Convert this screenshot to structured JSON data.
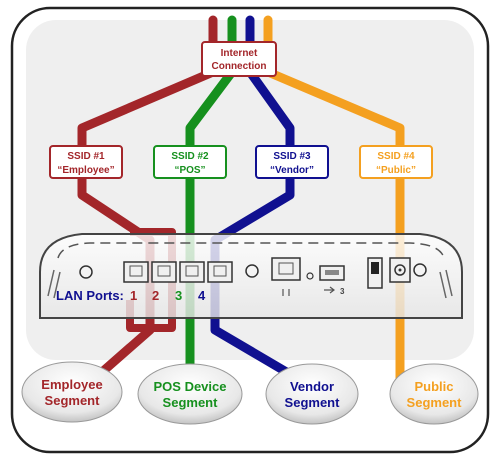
{
  "internet": {
    "line1": "Internet",
    "line2": "Connection"
  },
  "ssids": [
    {
      "line1": "SSID #1",
      "line2": "“Employee”",
      "color": "#a3262a"
    },
    {
      "line1": "SSID #2",
      "line2": "“POS”",
      "color": "#16901e"
    },
    {
      "line1": "SSID #3",
      "line2": "“Vendor”",
      "color": "#101090"
    },
    {
      "line1": "SSID #4",
      "line2": "“Public”",
      "color": "#f4a020"
    }
  ],
  "lan": {
    "label": "LAN Ports:",
    "ports": [
      {
        "num": "1",
        "color": "#a3262a"
      },
      {
        "num": "2",
        "color": "#a3262a"
      },
      {
        "num": "3",
        "color": "#16901e"
      },
      {
        "num": "4",
        "color": "#101090"
      }
    ]
  },
  "device_marks": {
    "usb_number": "3"
  },
  "segments": [
    {
      "line1": "Employee",
      "line2": "Segment",
      "color": "#a3262a"
    },
    {
      "line1": "POS Device",
      "line2": "Segment",
      "color": "#16901e"
    },
    {
      "line1": "Vendor",
      "line2": "Segment",
      "color": "#101090"
    },
    {
      "line1": "Public",
      "line2": "Segment",
      "color": "#f4a020"
    }
  ]
}
